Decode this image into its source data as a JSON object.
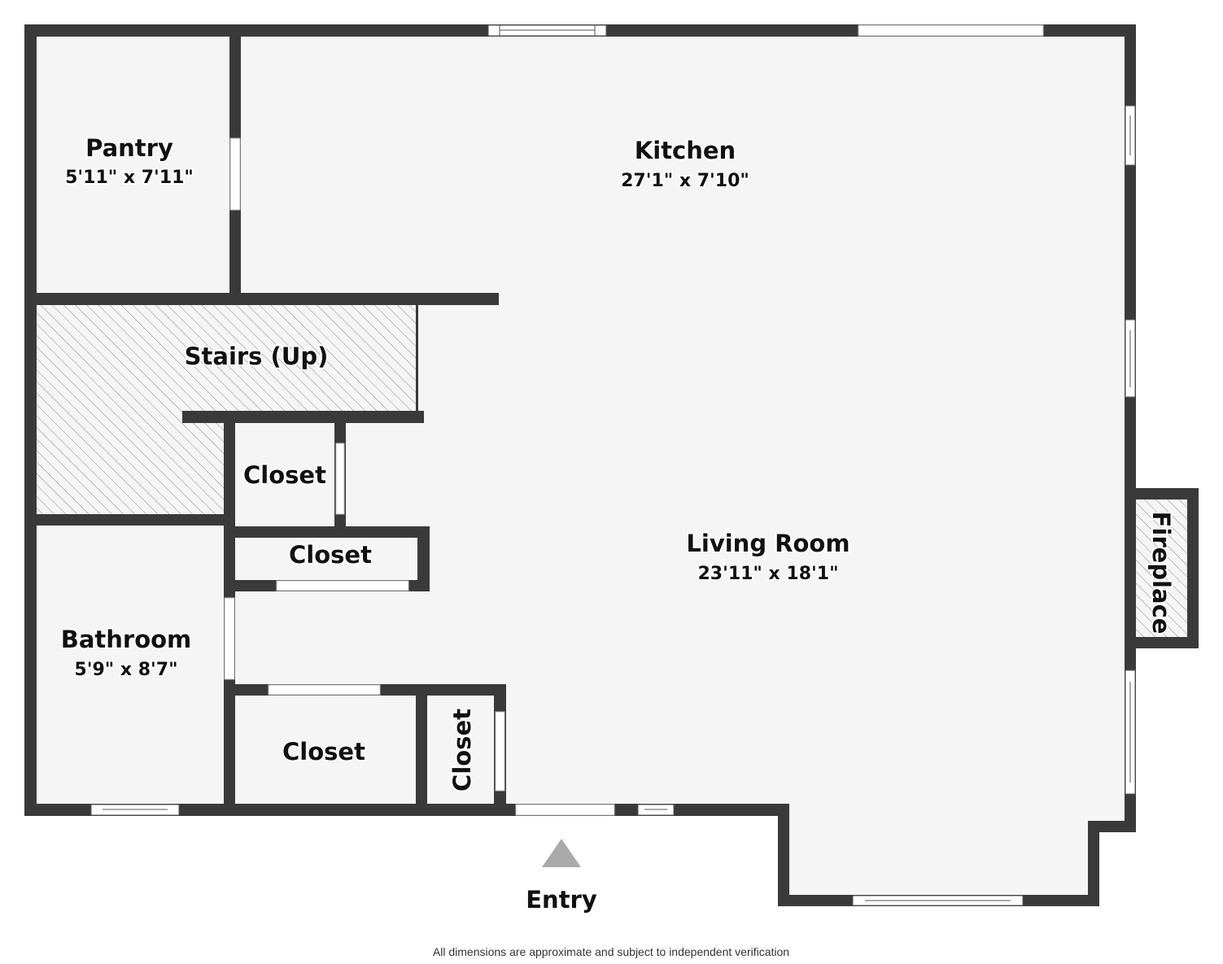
{
  "rooms": {
    "pantry": {
      "name": "Pantry",
      "dims": "5'11\" x 7'11\""
    },
    "kitchen": {
      "name": "Kitchen",
      "dims": "27'1\" x 7'10\""
    },
    "stairs": {
      "name": "Stairs (Up)"
    },
    "closet1": {
      "name": "Closet"
    },
    "closet2": {
      "name": "Closet"
    },
    "living": {
      "name": "Living Room",
      "dims": "23'11\" x 18'1\""
    },
    "fireplace": {
      "name": "Fireplace"
    },
    "bathroom": {
      "name": "Bathroom",
      "dims": "5'9\" x 8'7\""
    },
    "closet3": {
      "name": "Closet"
    },
    "closet4": {
      "name": "Closet"
    }
  },
  "entry": {
    "label": "Entry"
  },
  "footer": {
    "disclaimer": "All dimensions are approximate and subject to independent verification"
  },
  "colors": {
    "wall": "#3a3a3a",
    "floor": "#f5f5f5",
    "entry_marker": "#aaaaaa"
  }
}
